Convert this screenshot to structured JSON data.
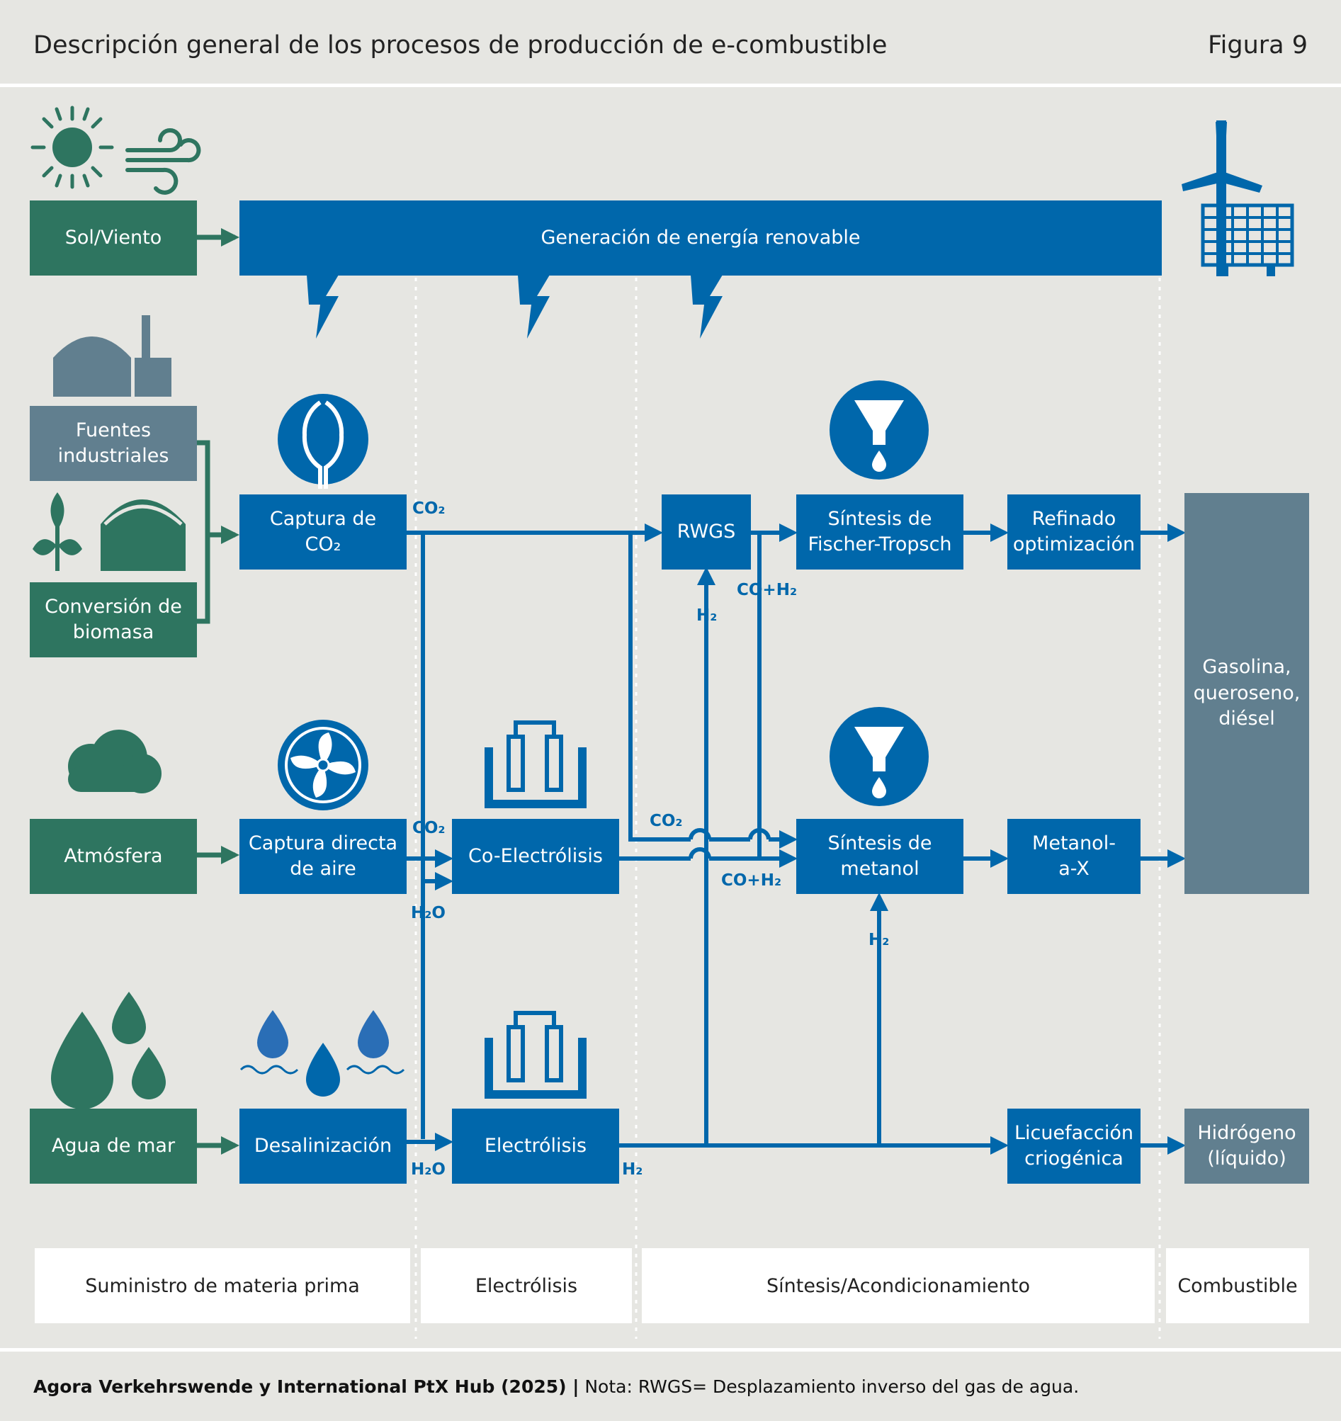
{
  "header": {
    "title": "Descripción general de los procesos de producción de e-combustible",
    "figure": "Figura 9"
  },
  "sources": {
    "sol_viento": "Sol/Viento",
    "fuentes_industriales": "Fuentes\nindustriales",
    "conversion_biomasa": "Conversión de\nbiomasa",
    "atmosfera": "Atmósfera",
    "agua_mar": "Agua de mar"
  },
  "processes": {
    "generacion": "Generación de energía renovable",
    "captura_co2": "Captura de\nCO₂",
    "captura_aire": "Captura directa\nde aire",
    "desalinizacion": "Desalinización",
    "co_electrolisis": "Co-Electrólisis",
    "electrolisis": "Electrólisis",
    "rwgs": "RWGS",
    "fischer_tropsch": "Síntesis de\nFischer-Tropsch",
    "sintesis_metanol": "Síntesis de\nmetanol",
    "refinado": "Refinado\noptimización",
    "metanol_x": "Metanol-\na-X",
    "licuefaccion": "Licuefacción\ncriogénica"
  },
  "products": {
    "gasolina": "Gasolina,\nqueroseno,\ndiésel",
    "hidrogeno": "Hidrógeno\n(líquido)"
  },
  "flow_labels": {
    "co2_capture": "CO₂",
    "co2_dac": "CO₂",
    "h2o_dac": "H₂O",
    "h2o_desal": "H₂O",
    "h2_electrolysis": "H₂",
    "h2_rwgs": "H₂",
    "coh2_rwgs": "CO+H₂",
    "co2_methanol": "CO₂",
    "coh2_coel": "CO+H₂",
    "h2_methanol": "H₂"
  },
  "stages": {
    "suministro": "Suministro de materia prima",
    "electrolisis": "Electrólisis",
    "sintesis": "Síntesis/Acondicionamiento",
    "combustible": "Combustible"
  },
  "footer": {
    "source": "Agora Verkehrswende y International PtX Hub (2025) |",
    "note": " Nota: RWGS= Desplazamiento inverso del gas de agua."
  },
  "colors": {
    "blue": "#0067ab",
    "green": "#2e7560",
    "slate": "#617f8f",
    "background": "#e6e6e2"
  }
}
